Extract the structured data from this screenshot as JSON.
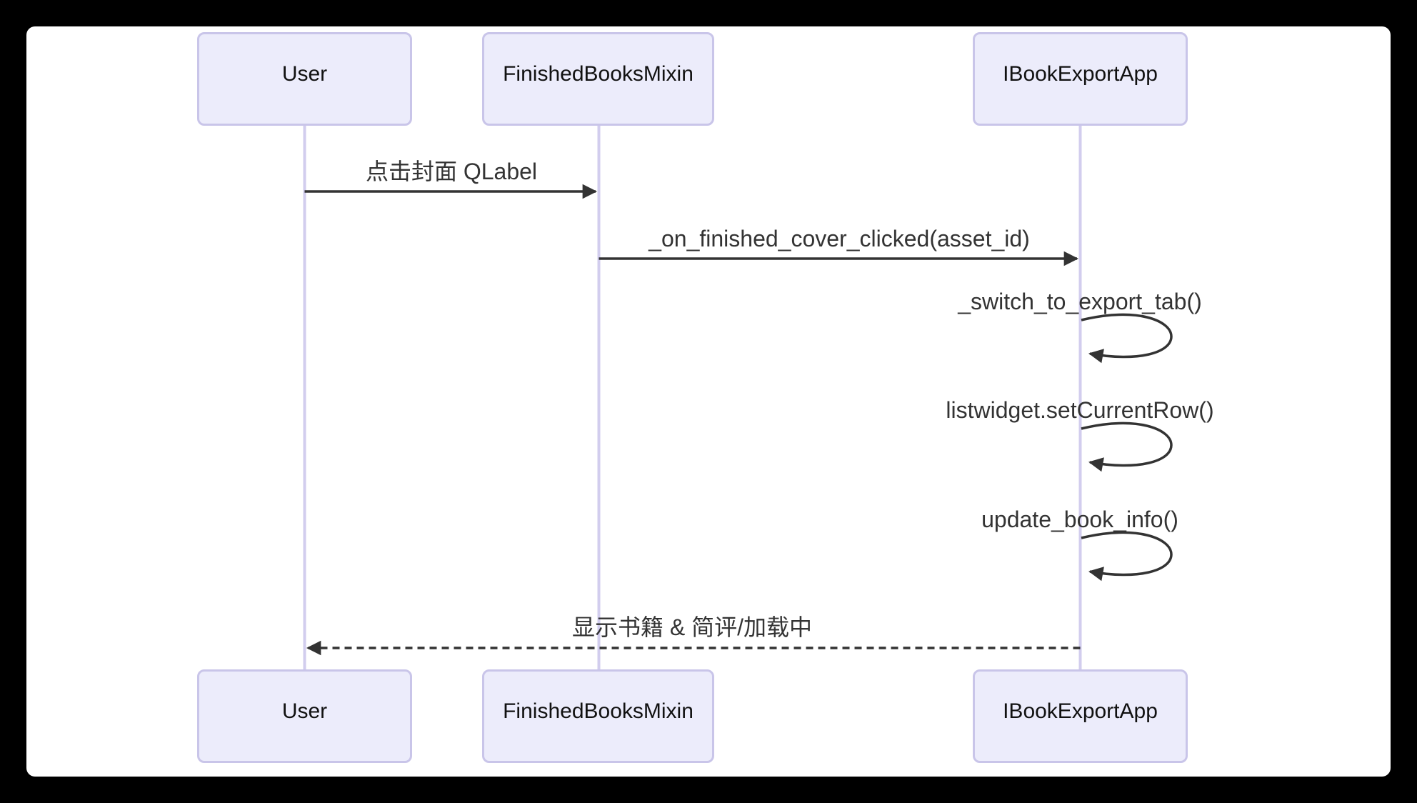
{
  "diagram_type": "sequence",
  "participants": [
    {
      "id": "user",
      "label": "User"
    },
    {
      "id": "finished_books_mixin",
      "label": "FinishedBooksMixin"
    },
    {
      "id": "ibook_export_app",
      "label": "IBookExportApp"
    }
  ],
  "messages": [
    {
      "from": "User",
      "to": "FinishedBooksMixin",
      "label": "点击封面 QLabel",
      "style": "solid-arrow"
    },
    {
      "from": "FinishedBooksMixin",
      "to": "IBookExportApp",
      "label": "_on_finished_cover_clicked(asset_id)",
      "style": "solid-arrow"
    },
    {
      "from": "IBookExportApp",
      "to": "IBookExportApp",
      "label": "_switch_to_export_tab()",
      "style": "self-loop"
    },
    {
      "from": "IBookExportApp",
      "to": "IBookExportApp",
      "label": "listwidget.setCurrentRow()",
      "style": "self-loop"
    },
    {
      "from": "IBookExportApp",
      "to": "IBookExportApp",
      "label": "update_book_info()",
      "style": "self-loop"
    },
    {
      "from": "IBookExportApp",
      "to": "User",
      "label": "显示书籍 & 简评/加载中",
      "style": "dashed-arrow"
    }
  ],
  "colors": {
    "background": "#000000",
    "canvas": "#ffffff",
    "actor_fill": "#ECECFB",
    "actor_border": "#C9C5E9",
    "lifeline": "#D2CDEE",
    "arrow": "#333333",
    "text": "#333333"
  }
}
